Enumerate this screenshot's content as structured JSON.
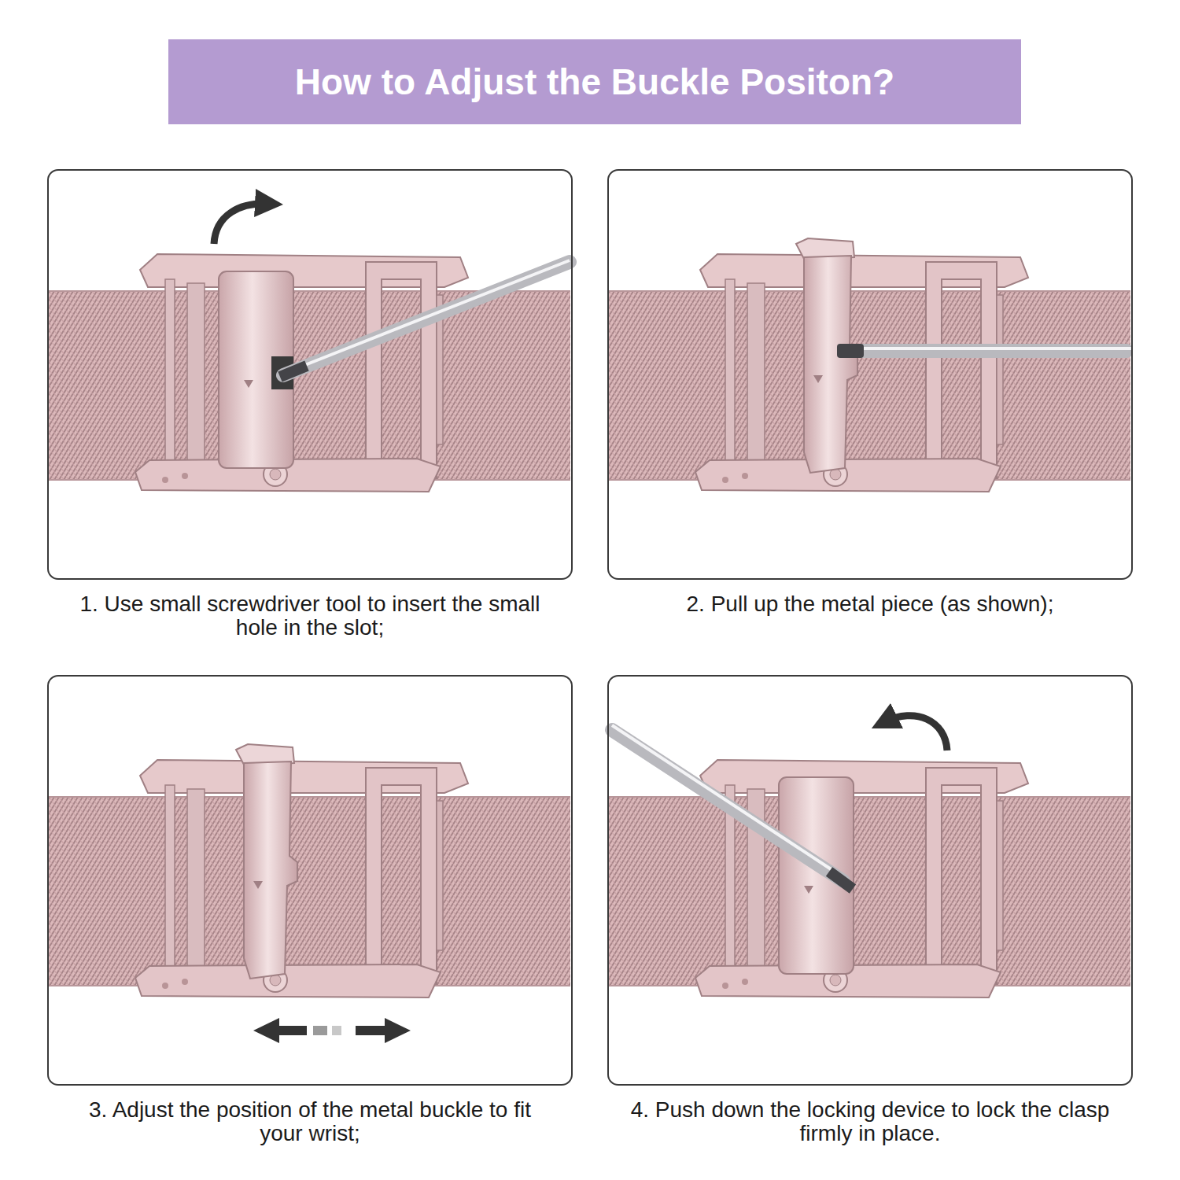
{
  "diagram": {
    "title": "How to Adjust the Buckle Positon?",
    "nodes": [
      {
        "text": [
          "1. Use small screwdriver tool to insert the small hole in the slot;"
        ]
      },
      {
        "text": [
          "2. Pull up the metal piece (as shown);"
        ]
      },
      {
        "text": [
          "3. Adjust the position of the metal buckle to fit your wrist;"
        ]
      },
      {
        "text": [
          "4. Push down the locking device to lock the clasp firmly in place."
        ]
      }
    ]
  }
}
